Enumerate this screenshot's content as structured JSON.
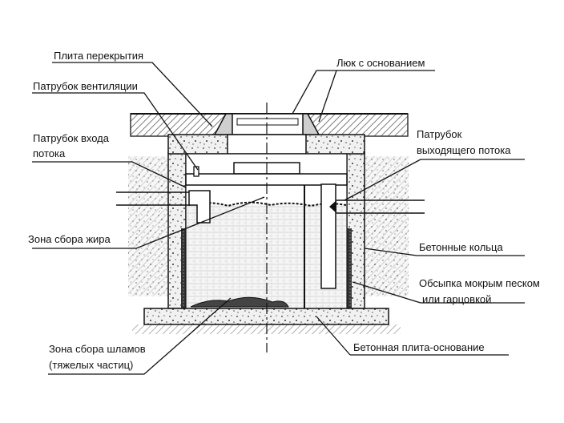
{
  "diagram": {
    "labels": {
      "slab": "Плита перекрытия",
      "hatch": "Люк с основанием",
      "vent_pipe": "Патрубок вентиляции",
      "inlet_pipe_1": "Патрубок входа",
      "inlet_pipe_2": "потока",
      "outlet_pipe_1": "Патрубок",
      "outlet_pipe_2": "выходящего потока",
      "grease_zone": "Зона сбора жира",
      "concrete_rings": "Бетонные кольца",
      "sand_fill_1": "Обсыпка мокрым песком",
      "sand_fill_2": "или гарцовкой",
      "sludge_zone_1": "Зона сбора шламов",
      "sludge_zone_2": "(тяжелых частиц)",
      "base_slab": "Бетонная плита-основание"
    }
  }
}
